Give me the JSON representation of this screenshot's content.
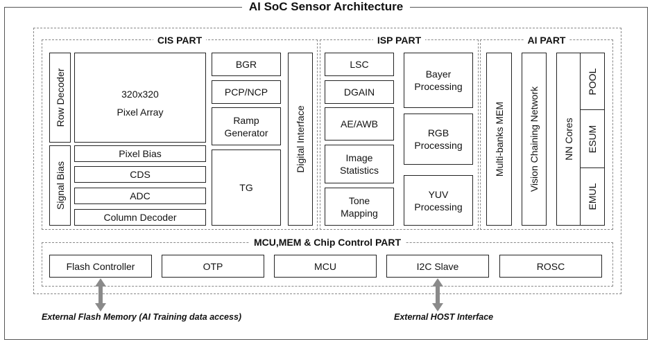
{
  "title": "AI SoC Sensor Architecture",
  "cis": {
    "title": "CIS PART",
    "row_decoder": "Row Decoder",
    "signal_bias": "Signal Bias",
    "pixel_array": "320x320\nPixel Array",
    "pixel_bias": "Pixel Bias",
    "cds": "CDS",
    "adc": "ADC",
    "column_decoder": "Column Decoder",
    "bgr": "BGR",
    "pcp_ncp": "PCP/NCP",
    "ramp_generator": "Ramp\nGenerator",
    "tg": "TG",
    "digital_interface": "Digital Interface"
  },
  "isp": {
    "title": "ISP PART",
    "lsc": "LSC",
    "dgain": "DGAIN",
    "ae_awb": "AE/AWB",
    "image_statistics": "Image\nStatistics",
    "tone_mapping": "Tone\nMapping",
    "bayer_processing": "Bayer\nProcessing",
    "rgb_processing": "RGB\nProcessing",
    "yuv_processing": "YUV\nProcessing"
  },
  "ai": {
    "title": "AI PART",
    "multi_banks_mem": "Multi-banks MEM",
    "vision_chaining_network": "Vision Chaining Network",
    "nn_cores": "NN Cores",
    "pool": "POOL",
    "esum": "ESUM",
    "emul": "EMUL"
  },
  "mcu": {
    "title": "MCU,MEM & Chip Control PART",
    "flash_controller": "Flash Controller",
    "otp": "OTP",
    "mcu": "MCU",
    "i2c_slave": "I2C Slave",
    "rosc": "ROSC"
  },
  "external": {
    "flash_memory": "External Flash Memory (AI Training data access)",
    "host_interface": "External HOST Interface"
  },
  "colors": {
    "arrow": "#8a8a8a",
    "border": "#222222",
    "dashed": "#888888"
  }
}
